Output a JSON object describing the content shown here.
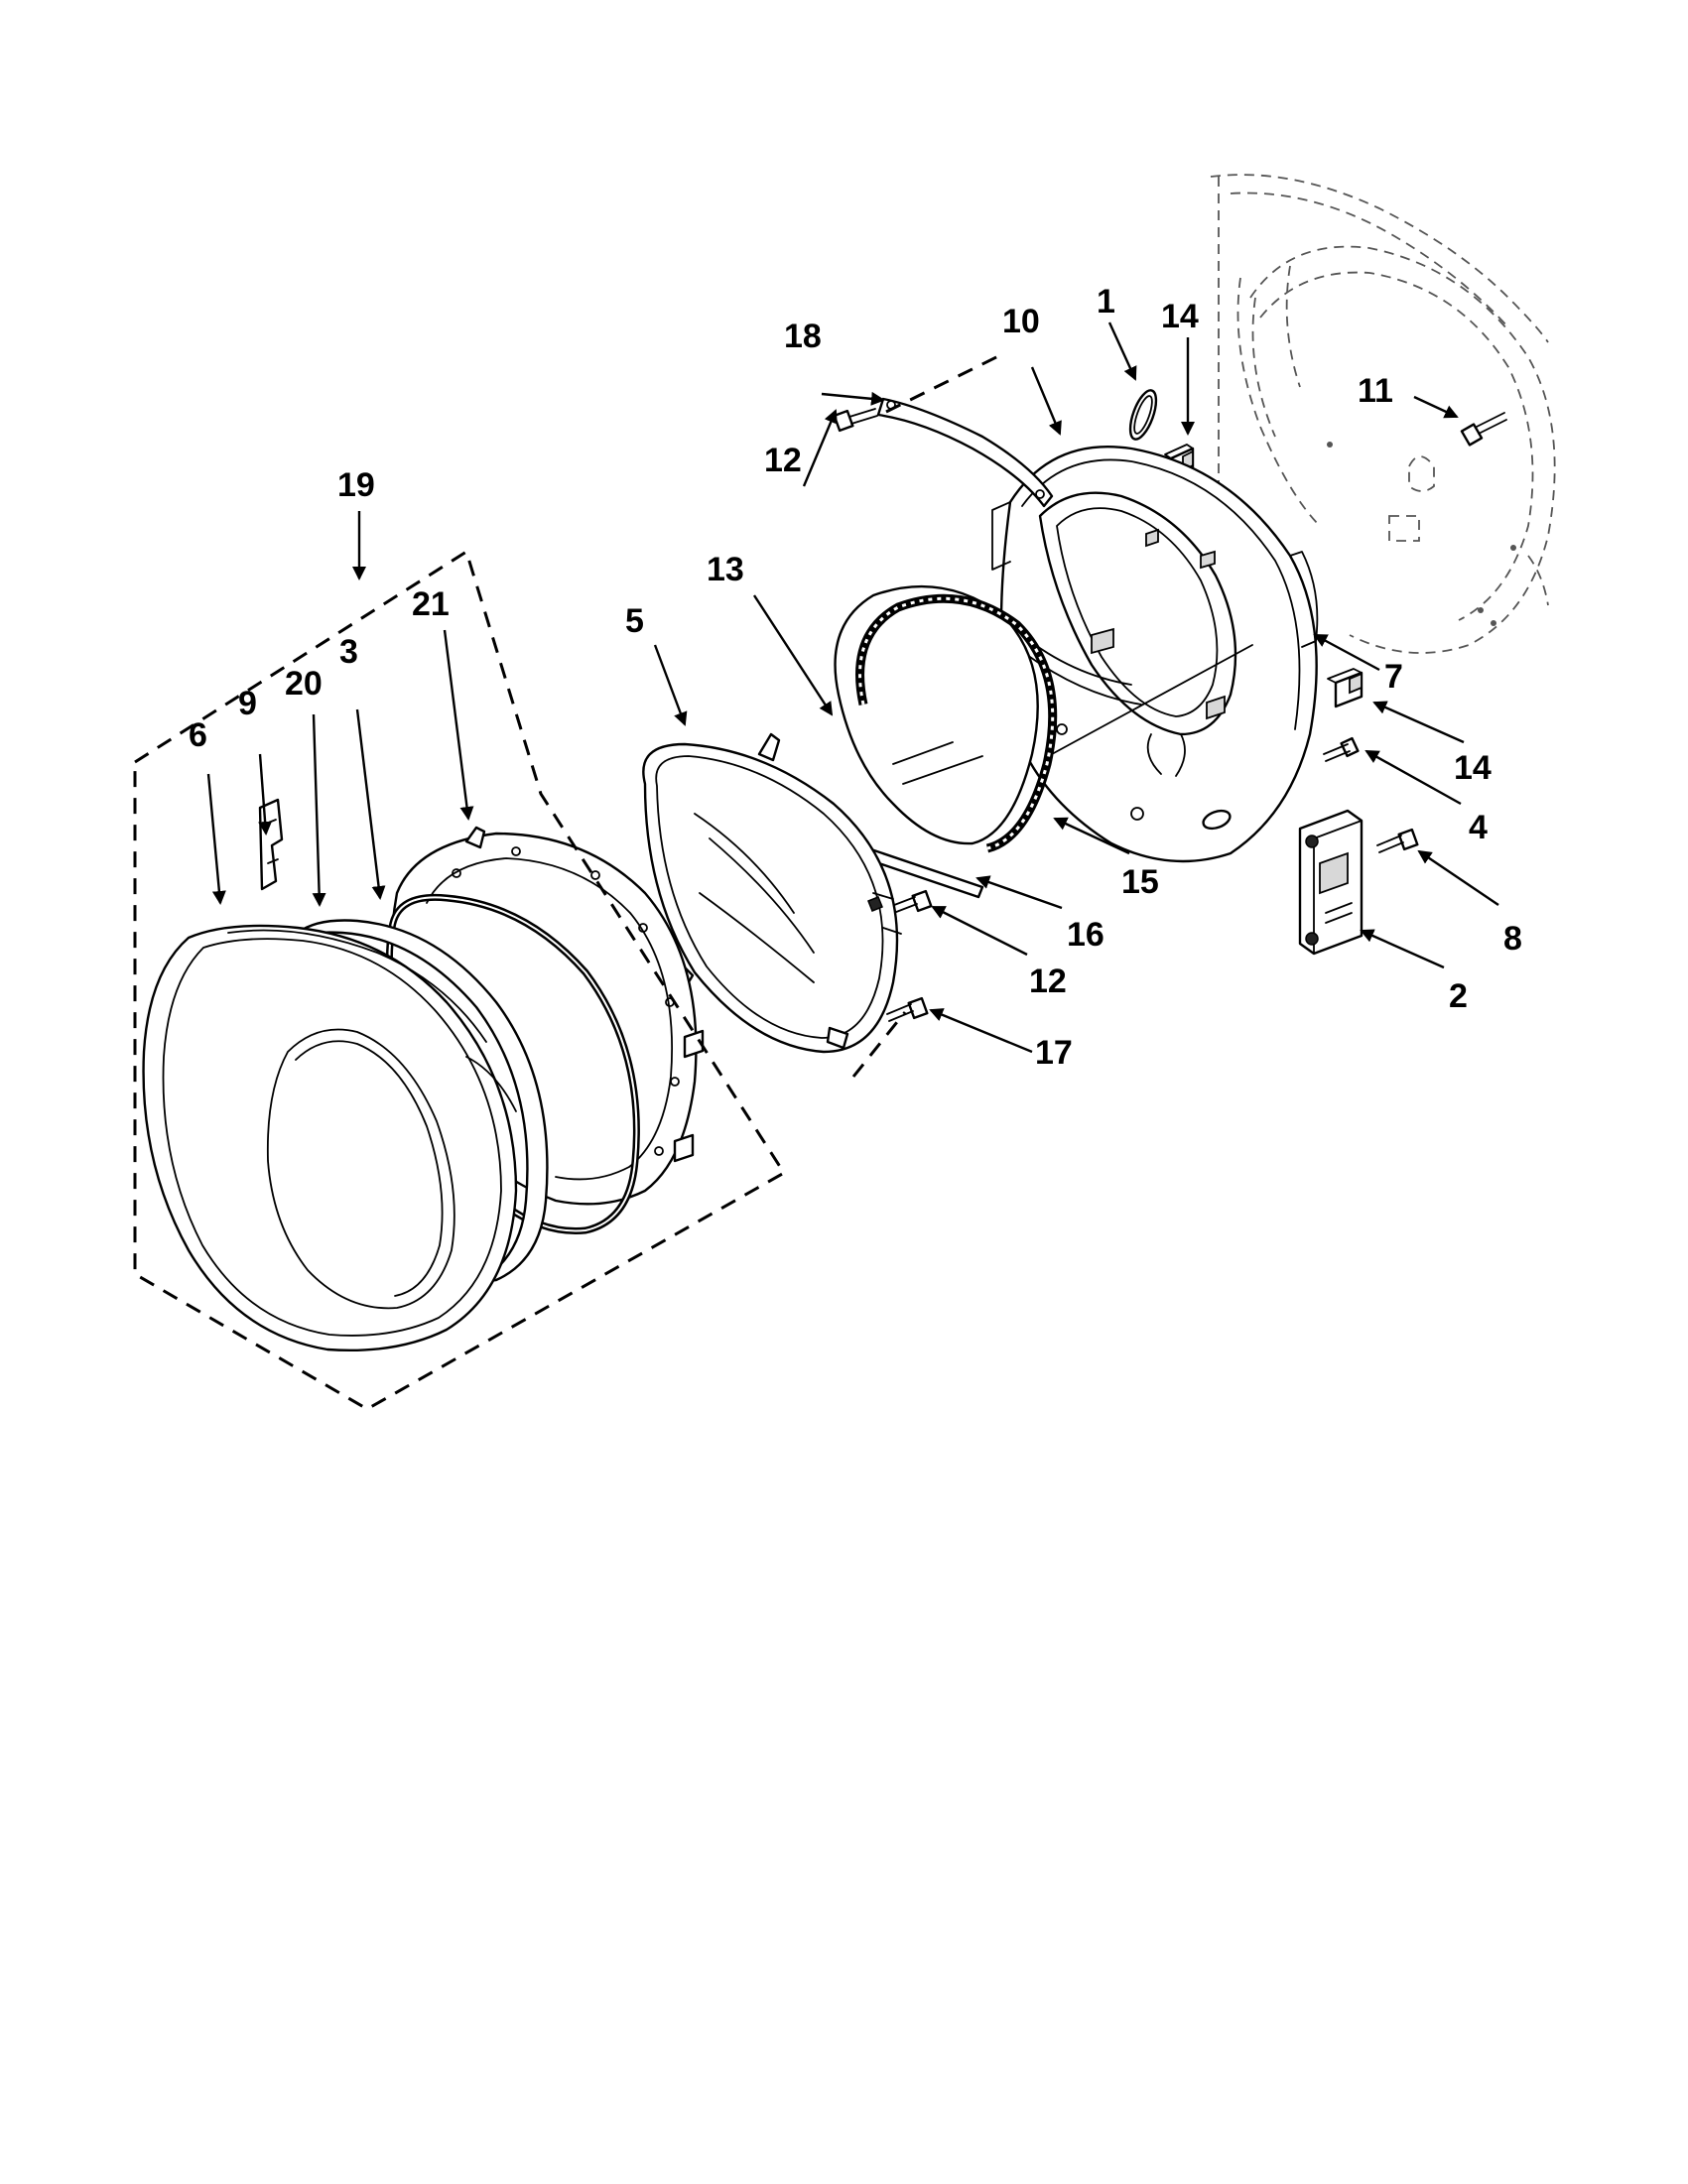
{
  "callouts": [
    {
      "id": "c1",
      "text": "1"
    },
    {
      "id": "c14a",
      "text": "14"
    },
    {
      "id": "c10",
      "text": "10"
    },
    {
      "id": "c18",
      "text": "18"
    },
    {
      "id": "c11",
      "text": "11"
    },
    {
      "id": "c12a",
      "text": "12"
    },
    {
      "id": "c19",
      "text": "19"
    },
    {
      "id": "c13",
      "text": "13"
    },
    {
      "id": "c5",
      "text": "5"
    },
    {
      "id": "c21",
      "text": "21"
    },
    {
      "id": "c3",
      "text": "3"
    },
    {
      "id": "c20",
      "text": "20"
    },
    {
      "id": "c9",
      "text": "9"
    },
    {
      "id": "c6",
      "text": "6"
    },
    {
      "id": "c7",
      "text": "7"
    },
    {
      "id": "c14b",
      "text": "14"
    },
    {
      "id": "c4",
      "text": "4"
    },
    {
      "id": "c15",
      "text": "15"
    },
    {
      "id": "c16",
      "text": "16"
    },
    {
      "id": "c8",
      "text": "8"
    },
    {
      "id": "c12b",
      "text": "12"
    },
    {
      "id": "c2",
      "text": "2"
    },
    {
      "id": "c17",
      "text": "17"
    }
  ]
}
